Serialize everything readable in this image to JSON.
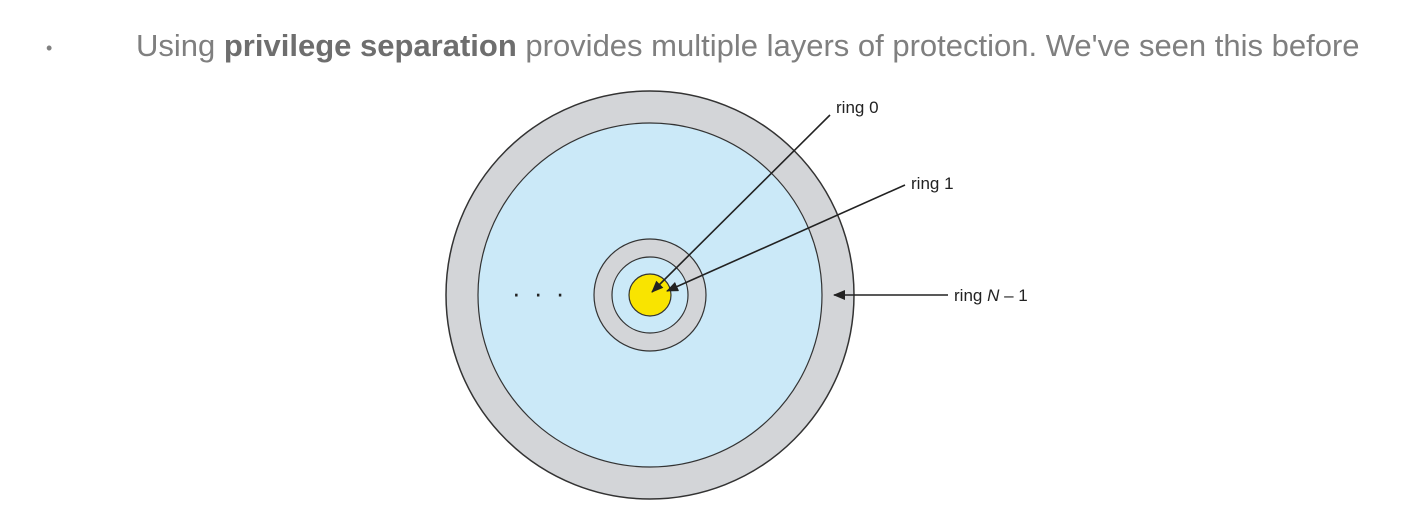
{
  "bullet": {
    "marker": "•",
    "text_before": "Using ",
    "emphasis": "privilege separation",
    "text_after": " provides multiple layers of protection. We've seen this before"
  },
  "diagram": {
    "ellipsis": "· · ·",
    "labels": {
      "ring0": "ring 0",
      "ring1": "ring 1",
      "ringN_prefix": "ring ",
      "ringN_var": "N",
      "ringN_suffix": " – 1"
    },
    "colors": {
      "outer_ring": "#d3d5d8",
      "inner_fill": "#cbe9f8",
      "core": "#f9e400",
      "stroke": "#333333"
    }
  }
}
